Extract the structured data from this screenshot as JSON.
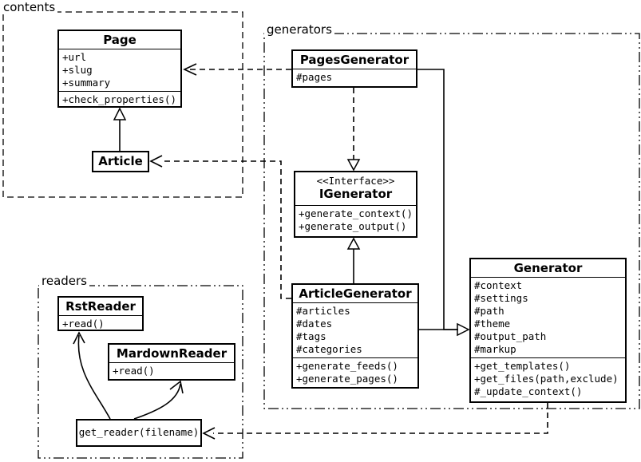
{
  "diagram": {
    "colors": {
      "stroke": "#000000",
      "background": "#ffffff"
    }
  },
  "packages": {
    "contents": {
      "label": "contents"
    },
    "generators": {
      "label": "generators"
    },
    "readers": {
      "label": "readers"
    }
  },
  "classes": {
    "page": {
      "title": "Page",
      "attributes": [
        "+url",
        "+slug",
        "+summary"
      ],
      "methods": [
        "+check_properties()"
      ]
    },
    "article": {
      "title": "Article"
    },
    "pages_generator": {
      "title": "PagesGenerator",
      "attributes": [
        "#pages"
      ]
    },
    "igenerator": {
      "stereotype": "<<Interface>>",
      "title": "IGenerator",
      "methods": [
        "+generate_context()",
        "+generate_output()"
      ]
    },
    "article_generator": {
      "title": "ArticleGenerator",
      "attributes": [
        "#articles",
        "#dates",
        "#tags",
        "#categories"
      ],
      "methods": [
        "+generate_feeds()",
        "+generate_pages()"
      ]
    },
    "generator": {
      "title": "Generator",
      "attributes": [
        "#context",
        "#settings",
        "#path",
        "#theme",
        "#output_path",
        "#markup"
      ],
      "methods": [
        "+get_templates()",
        "+get_files(path,exclude)",
        "#_update_context()"
      ]
    },
    "rst_reader": {
      "title": "RstReader",
      "methods": [
        "+read()"
      ]
    },
    "markdown_reader": {
      "title": "MardownReader",
      "methods": [
        "+read()"
      ]
    },
    "get_reader": {
      "title": "get_reader(filename)"
    }
  },
  "relations": [
    {
      "from": "Article",
      "to": "Page",
      "type": "inheritance"
    },
    {
      "from": "PagesGenerator",
      "to": "Page",
      "type": "dependency"
    },
    {
      "from": "PagesGenerator",
      "to": "IGenerator",
      "type": "realization"
    },
    {
      "from": "ArticleGenerator",
      "to": "IGenerator",
      "type": "inheritance"
    },
    {
      "from": "ArticleGenerator",
      "to": "Generator",
      "type": "inheritance"
    },
    {
      "from": "PagesGenerator",
      "to": "Generator",
      "type": "inheritance"
    },
    {
      "from": "ArticleGenerator",
      "to": "Article",
      "type": "dependency"
    },
    {
      "from": "Generator",
      "to": "get_reader(filename)",
      "type": "dependency"
    },
    {
      "from": "get_reader(filename)",
      "to": "RstReader",
      "type": "association"
    },
    {
      "from": "get_reader(filename)",
      "to": "MardownReader",
      "type": "association"
    }
  ]
}
